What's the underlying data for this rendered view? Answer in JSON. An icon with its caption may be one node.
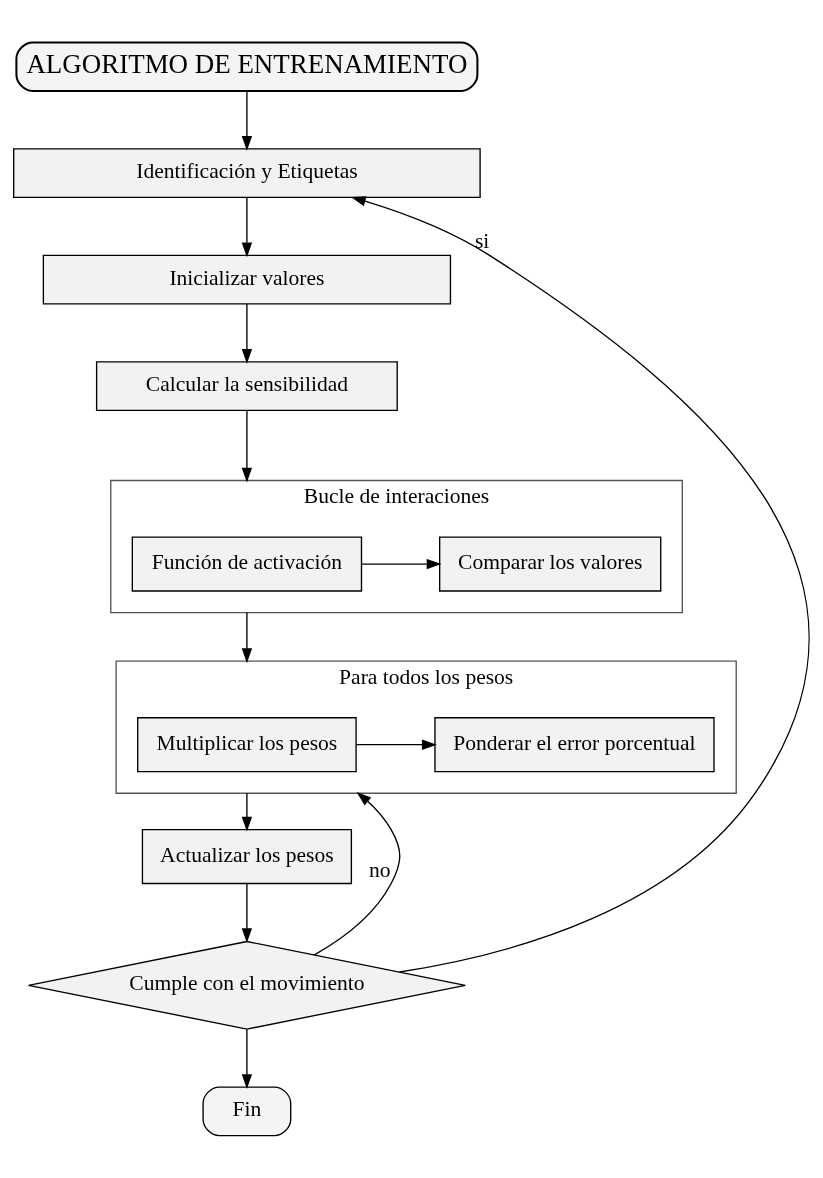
{
  "diagram": {
    "nodes": [
      {
        "text": [
          "ALGORITMO DE ENTRENAMIENTO"
        ]
      },
      {
        "text": [
          "Identificación y Etiquetas"
        ]
      },
      {
        "text": [
          "Inicializar valores"
        ]
      },
      {
        "text": [
          "Calcular la sensibilidad"
        ]
      },
      {
        "text": [
          "Bucle de interaciones"
        ]
      },
      {
        "text": [
          "Función de activación"
        ],
        "in": 4
      },
      {
        "text": [
          "Comparar los valores"
        ],
        "in": 4
      },
      {
        "text": [
          "Para todos los pesos"
        ]
      },
      {
        "text": [
          "Multiplicar los pesos"
        ],
        "in": 7
      },
      {
        "text": [
          "Ponderar el error porcentual"
        ],
        "in": 7
      },
      {
        "text": [
          "Actualizar los pesos"
        ]
      },
      {
        "text": [
          "Cumple con el movimiento"
        ]
      },
      {
        "text": [
          "Fin"
        ]
      }
    ],
    "edges": [
      {
        "from": 0,
        "to": 1,
        "arrow": "to"
      },
      {
        "from": 1,
        "to": 2,
        "arrow": "to"
      },
      {
        "from": 2,
        "to": 3,
        "arrow": "to"
      },
      {
        "from": 3,
        "to": 4,
        "arrow": "to"
      },
      {
        "from": 5,
        "to": 6,
        "arrow": "to"
      },
      {
        "from": 4,
        "to": 7,
        "arrow": "to"
      },
      {
        "from": 8,
        "to": 9,
        "arrow": "to"
      },
      {
        "from": 7,
        "to": 10,
        "arrow": "to"
      },
      {
        "from": 10,
        "to": 11,
        "arrow": "to"
      },
      {
        "from": 11,
        "to": 7,
        "arrow": "to",
        "label": "no"
      },
      {
        "from": 11,
        "to": 1,
        "arrow": "to",
        "label": "si"
      },
      {
        "from": 11,
        "to": 12,
        "arrow": "to"
      }
    ]
  }
}
